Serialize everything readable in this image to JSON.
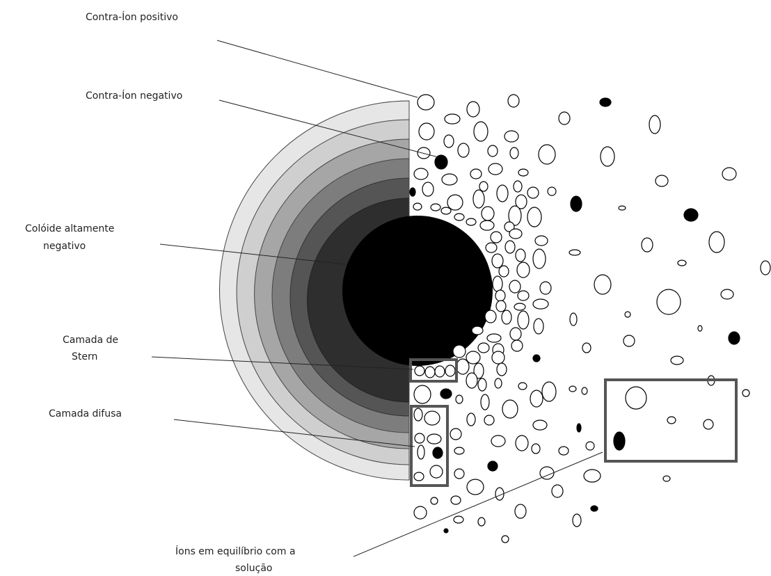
{
  "labels": {
    "positive_counterion": "Contra-Íon positivo",
    "negative_counterion": "Contra-Íon negativo",
    "colloid_line1": "Colóide altamente",
    "colloid_line2": "negativo",
    "stern_line1": "Camada de",
    "stern_line2": "Stern",
    "diffuse": "Camada difusa",
    "equilibrium_line1": "Íons em equilíbrio com a",
    "equilibrium_line2": "solução"
  },
  "colors": {
    "colloid": "#000000",
    "layer_1": "#2e2e2e",
    "layer_2": "#555555",
    "layer_3": "#7d7d7d",
    "layer_4": "#a6a6a6",
    "layer_5": "#cfcfcf",
    "layer_6": "#e6e6e6",
    "highlight_box": "#555555",
    "leader_line": "#222222"
  }
}
